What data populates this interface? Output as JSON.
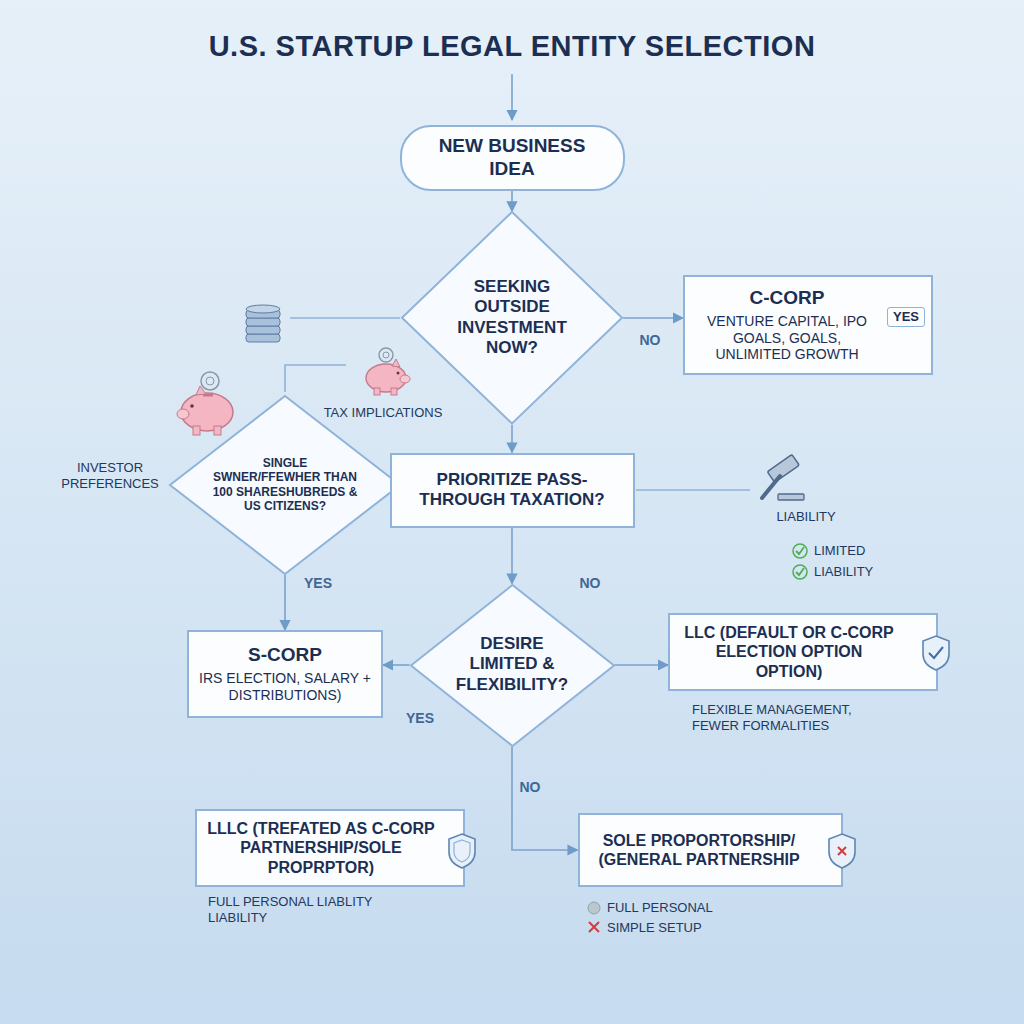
{
  "diagram": {
    "title": "U.S. STARTUP LEGAL ENTITY SELECTION",
    "nodes": [
      {
        "text": [
          "NEW BUSINESS IDEA"
        ]
      },
      {
        "text": [
          "SEEKING OUTSIDE INVESTMENT NOW?"
        ]
      },
      {
        "text": [
          "C-CORP",
          "VENTURE CAPITAL, IPO GOALS, GOALS, UNLIMITED GROWTH"
        ]
      },
      {
        "text": [
          "YES"
        ],
        "in": 2
      },
      {
        "text": [
          "SINGLE SWNER/FFEWHER THAN 100 SHARESHUBREDS & US CITIZENS?"
        ]
      },
      {
        "text": [
          "PRIORITIZE PASS-THROUGH TAXATION?"
        ]
      },
      {
        "text": [
          "DESIRE LIMITED & FLEXIBILITY?"
        ]
      },
      {
        "text": [
          "S-CORP",
          "IRS ELECTION, SALARY + DISTRIBUTIONS)"
        ]
      },
      {
        "text": [
          "LLC (DEFAULT OR C-CORP ELECTION OPTION OPTION)"
        ]
      },
      {
        "text": [
          "LLLC (TREFATED AS C-CORP PARTNERSHIP/SOLE PROPRPTOR)"
        ]
      },
      {
        "text": [
          "SOLE PROPORTORSHIP/ (GENERAL PARTNERSHIP"
        ]
      }
    ],
    "edges": [
      {
        "from": 0,
        "to": 1,
        "arrow": "to"
      },
      {
        "from": 1,
        "to": 2,
        "label": "NO",
        "arrow": "to"
      },
      {
        "from": 1,
        "to": 5,
        "arrow": "to"
      },
      {
        "from": 5,
        "to": 6,
        "label": "NO",
        "arrow": "to"
      },
      {
        "from": 4,
        "to": 7,
        "label": "YES",
        "arrow": "to"
      },
      {
        "from": 6,
        "to": 7,
        "label": "YES",
        "arrow": "to"
      },
      {
        "from": 6,
        "to": 8,
        "arrow": "to"
      },
      {
        "from": 6,
        "to": 10,
        "label": "NO",
        "arrow": "to"
      }
    ],
    "labels": [
      "INVESTOR PREFERENCES",
      "TAX IMPLICATIONS",
      "LIABILITY",
      "LIMITED",
      "LIABILITY",
      "FLEXIBLE MANAGEMENT, FEWER FORMALITIES",
      "FULL PERSONAL LIABLITY LIABILITY",
      "FULL PERSONAL",
      "SIMPLE SETUP"
    ]
  }
}
